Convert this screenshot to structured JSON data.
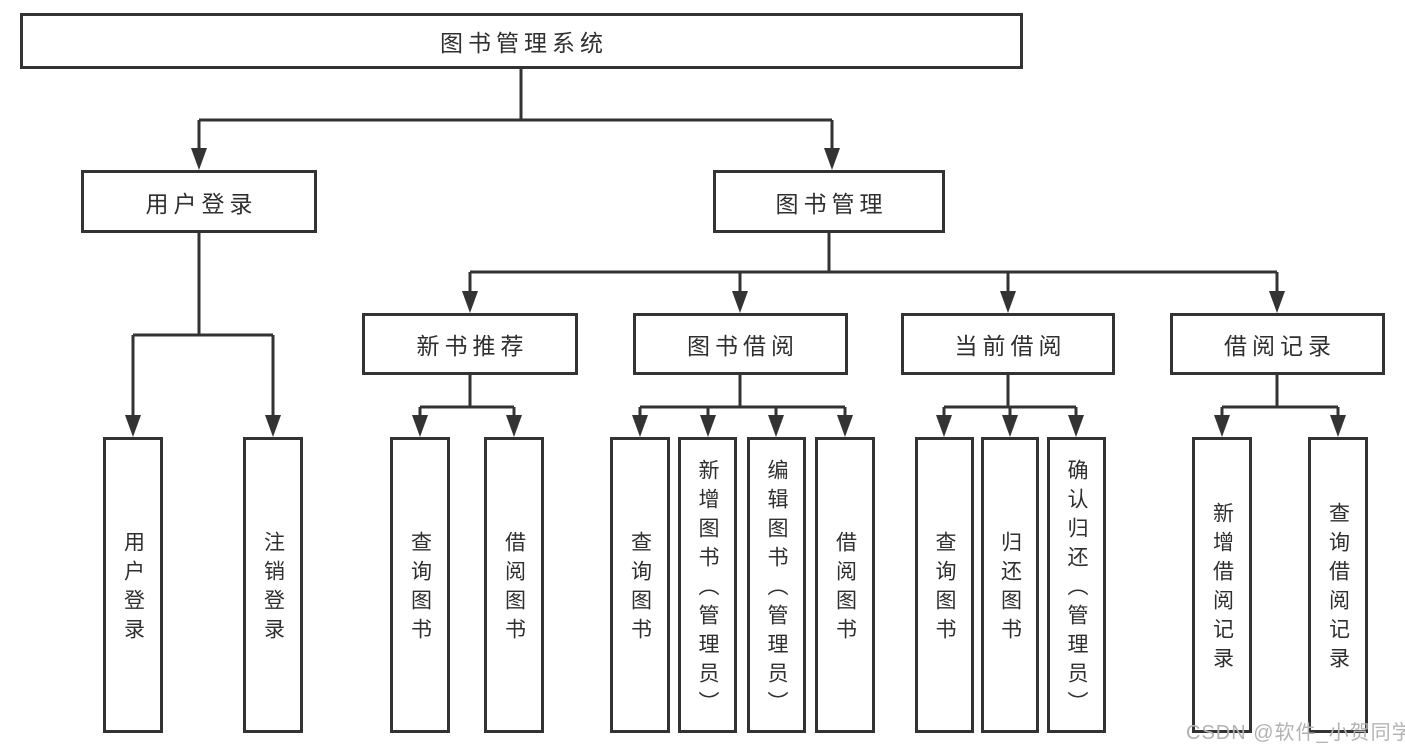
{
  "diagram": {
    "root": {
      "label": "图书管理系统"
    },
    "branches": [
      {
        "label": "用户登录",
        "children": [
          {
            "label": "用户登录"
          },
          {
            "label": "注销登录"
          }
        ]
      },
      {
        "label": "图书管理",
        "children": [
          {
            "label": "新书推荐",
            "children": [
              {
                "label": "查询图书"
              },
              {
                "label": "借阅图书"
              }
            ]
          },
          {
            "label": "图书借阅",
            "children": [
              {
                "label": "查询图书"
              },
              {
                "label": "新增图书（管理员）"
              },
              {
                "label": "编辑图书（管理员）"
              },
              {
                "label": "借阅图书"
              }
            ]
          },
          {
            "label": "当前借阅",
            "children": [
              {
                "label": "查询图书"
              },
              {
                "label": "归还图书"
              },
              {
                "label": "确认归还（管理员）"
              }
            ]
          },
          {
            "label": "借阅记录",
            "children": [
              {
                "label": "新增借阅记录"
              },
              {
                "label": "查询借阅记录"
              }
            ]
          }
        ]
      }
    ]
  },
  "watermark": {
    "text": "CSDN @软件_小贺同学"
  },
  "colors": {
    "line": "#333333",
    "text": "#2f2f2f",
    "box_background": "#ffffff",
    "watermark": "#b3b3b3"
  }
}
